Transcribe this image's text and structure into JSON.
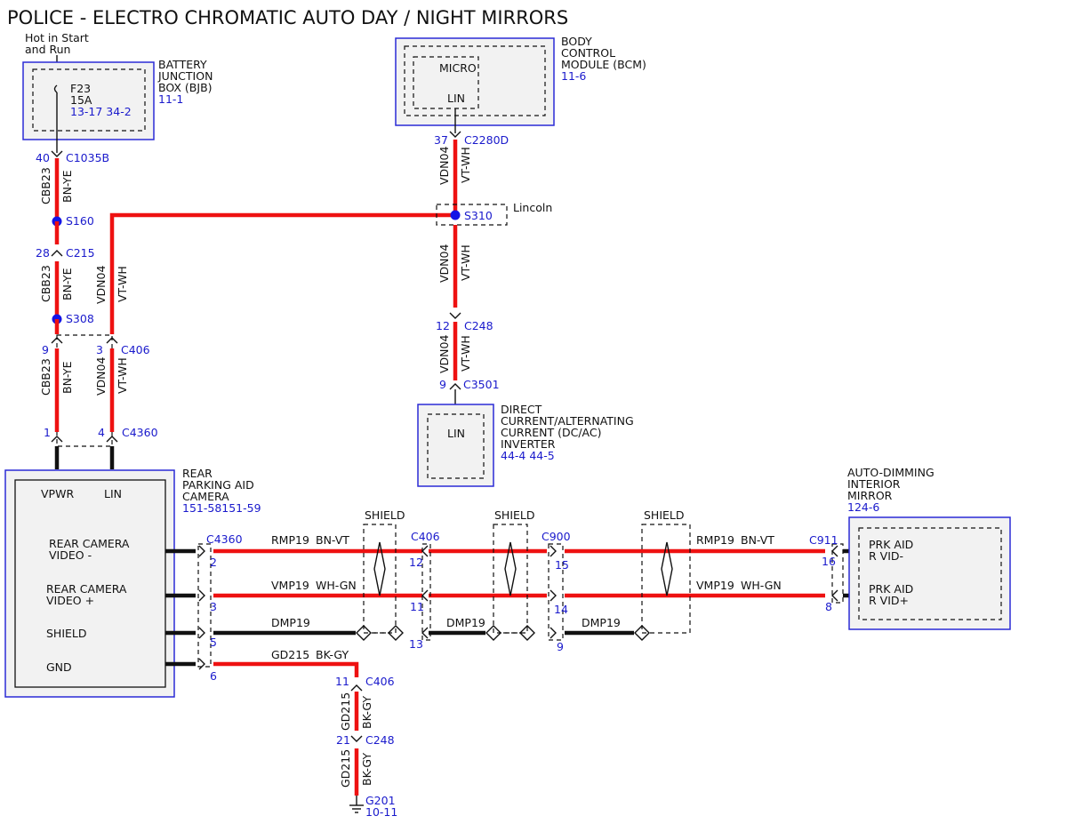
{
  "title": "POLICE - ELECTRO CHROMATIC AUTO DAY / NIGHT MIRRORS",
  "bjb": {
    "supply_line1": "Hot in Start",
    "supply_line2": "and Run",
    "fuse": "F23",
    "rating": "15A",
    "ref": "13-17 34-2",
    "name_lines": [
      "BATTERY",
      "JUNCTION",
      "BOX (BJB)"
    ],
    "page": "11-1"
  },
  "bcm": {
    "micro": "MICRO",
    "lin": "LIN",
    "name_lines": [
      "BODY",
      "CONTROL",
      "MODULE (BCM)"
    ],
    "page": "11-6"
  },
  "inverter": {
    "lin": "LIN",
    "name_lines": [
      "DIRECT",
      "CURRENT/ALTERNATING",
      "CURRENT (DC/AC)",
      "INVERTER"
    ],
    "pages": "44-4  44-5"
  },
  "camera": {
    "name_lines": [
      "REAR",
      "PARKING AID",
      "CAMERA"
    ],
    "pages": "151-58151-59",
    "pin_vpwr": "VPWR",
    "pin_lin": "LIN",
    "video_minus_lines": [
      "REAR CAMERA",
      "VIDEO -"
    ],
    "video_plus_lines": [
      "REAR CAMERA",
      "VIDEO +"
    ],
    "shield": "SHIELD",
    "gnd": "GND"
  },
  "mirror": {
    "name_lines": [
      "AUTO-DIMMING",
      "INTERIOR",
      "MIRROR"
    ],
    "page": "124-6",
    "pin_minus_lines": [
      "PRK AID",
      "R VID-"
    ],
    "pin_plus_lines": [
      "PRK AID",
      "R VID+"
    ]
  },
  "splices": {
    "s160": "S160",
    "s308": "S308",
    "s310": "S310",
    "lincoln": "Lincoln"
  },
  "connectors": {
    "c1035b": "C1035B",
    "c215": "C215",
    "c406": "C406",
    "c4360": "C4360",
    "c2280d": "C2280D",
    "c248": "C248",
    "c3501": "C3501",
    "c900": "C900",
    "c911": "C911",
    "g201": "G201",
    "g201_page": "10-11"
  },
  "pins": {
    "p40": "40",
    "p28": "28",
    "p9": "9",
    "p1": "1",
    "p3": "3",
    "p4": "4",
    "p37": "37",
    "p12": "12",
    "p9b": "9",
    "cam2": "2",
    "cam3": "3",
    "cam5": "5",
    "cam6": "6",
    "c406_12": "12",
    "c406_11": "11",
    "c406_13": "13",
    "c900_15": "15",
    "c900_14": "14",
    "c900_9": "9",
    "c911_16": "16",
    "c911_8": "8",
    "c406_11b": "11",
    "c248_21": "21"
  },
  "circuits": {
    "cbb23": "CBB23",
    "bn_ye": "BN-YE",
    "vdn04": "VDN04",
    "vt_wh": "VT-WH",
    "rmp19": "RMP19",
    "bn_vt": "BN-VT",
    "vmp19": "VMP19",
    "wh_gn": "WH-GN",
    "dmp19": "DMP19",
    "gd215": "GD215",
    "bk_gy": "BK-GY"
  },
  "shield_label": "SHIELD"
}
